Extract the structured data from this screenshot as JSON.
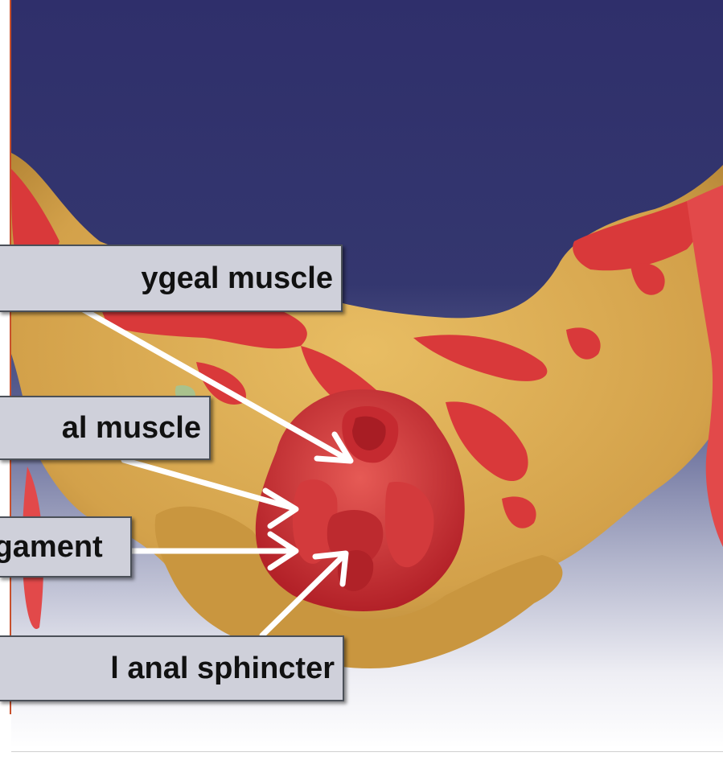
{
  "labels": {
    "pubococcygeal": "ygeal muscle",
    "rectal": "al muscle",
    "ligament": "igament",
    "sphincter": "l anal sphincter"
  },
  "colors": {
    "background_top": "#2f2f6b",
    "background_bottom": "#ffffff",
    "tissue_gold": "#d9a94e",
    "tissue_red": "#d9393a",
    "label_fill": "#cfd0da",
    "label_border": "#4b5058",
    "arrow": "#ffffff",
    "left_rule": "#c8502c"
  }
}
